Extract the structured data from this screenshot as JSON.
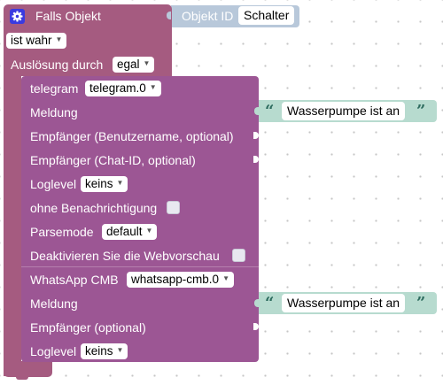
{
  "if_block": {
    "label": "Falls Objekt",
    "condition": "ist wahr",
    "trigger_label": "Auslösung durch",
    "trigger_value": "egal",
    "object_id_label": "Objekt ID",
    "object_id_value": "Schalter"
  },
  "telegram": {
    "label": "telegram",
    "instance": "telegram.0",
    "message_label": "Meldung",
    "message_value": "Wasserpumpe ist an",
    "recipient_user_label": "Empfänger (Benutzername, optional)",
    "recipient_chat_label": "Empfänger (Chat-ID, optional)",
    "loglevel_label": "Loglevel",
    "loglevel_value": "keins",
    "silent_label": "ohne Benachrichtigung",
    "parsemode_label": "Parsemode",
    "parsemode_value": "default",
    "webpreview_label": "Deaktivieren Sie die Webvorschau"
  },
  "whatsapp": {
    "label": "WhatsApp CMB",
    "instance": "whatsapp-cmb.0",
    "message_label": "Meldung",
    "message_value": "Wasserpumpe ist an",
    "recipient_label": "Empfänger (optional)",
    "loglevel_label": "Loglevel",
    "loglevel_value": "keins"
  },
  "icons": {
    "gear": "gear-icon",
    "quote_open": "“",
    "quote_close": "”"
  },
  "colors": {
    "if_block": "#a55b80",
    "action_block": "#9c5694",
    "string_block": "#b7dbcf",
    "object_id_block": "#b8c8da"
  }
}
